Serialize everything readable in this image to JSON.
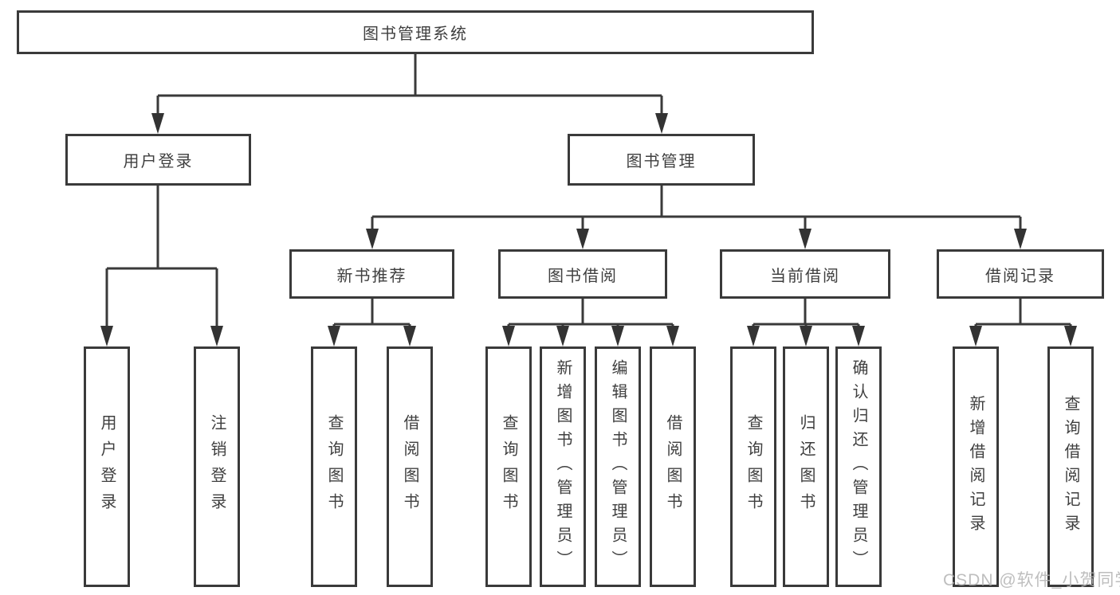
{
  "diagram_type": "hierarchy-flowchart",
  "tree": {
    "label": "图书管理系统",
    "children": [
      {
        "label": "用户登录",
        "children": [
          {
            "label": "用户登录"
          },
          {
            "label": "注销登录"
          }
        ]
      },
      {
        "label": "图书管理",
        "children": [
          {
            "label": "新书推荐",
            "children": [
              {
                "label": "查询图书"
              },
              {
                "label": "借阅图书"
              }
            ]
          },
          {
            "label": "图书借阅",
            "children": [
              {
                "label": "查询图书"
              },
              {
                "label": "新增图书（管理员）"
              },
              {
                "label": "编辑图书（管理员）"
              },
              {
                "label": "借阅图书"
              }
            ]
          },
          {
            "label": "当前借阅",
            "children": [
              {
                "label": "查询图书"
              },
              {
                "label": "归还图书"
              },
              {
                "label": "确认归还（管理员）"
              }
            ]
          },
          {
            "label": "借阅记录",
            "children": [
              {
                "label": "新增借阅记录"
              },
              {
                "label": "查询借阅记录"
              }
            ]
          }
        ]
      }
    ]
  },
  "watermark": "CSDN @软件_小贺同学",
  "colors": {
    "background": "#ffffff",
    "box_border": "#3a3a3a",
    "line": "#3a3a3a",
    "text": "#3f3f3f",
    "watermark": "#b3b3b3"
  }
}
